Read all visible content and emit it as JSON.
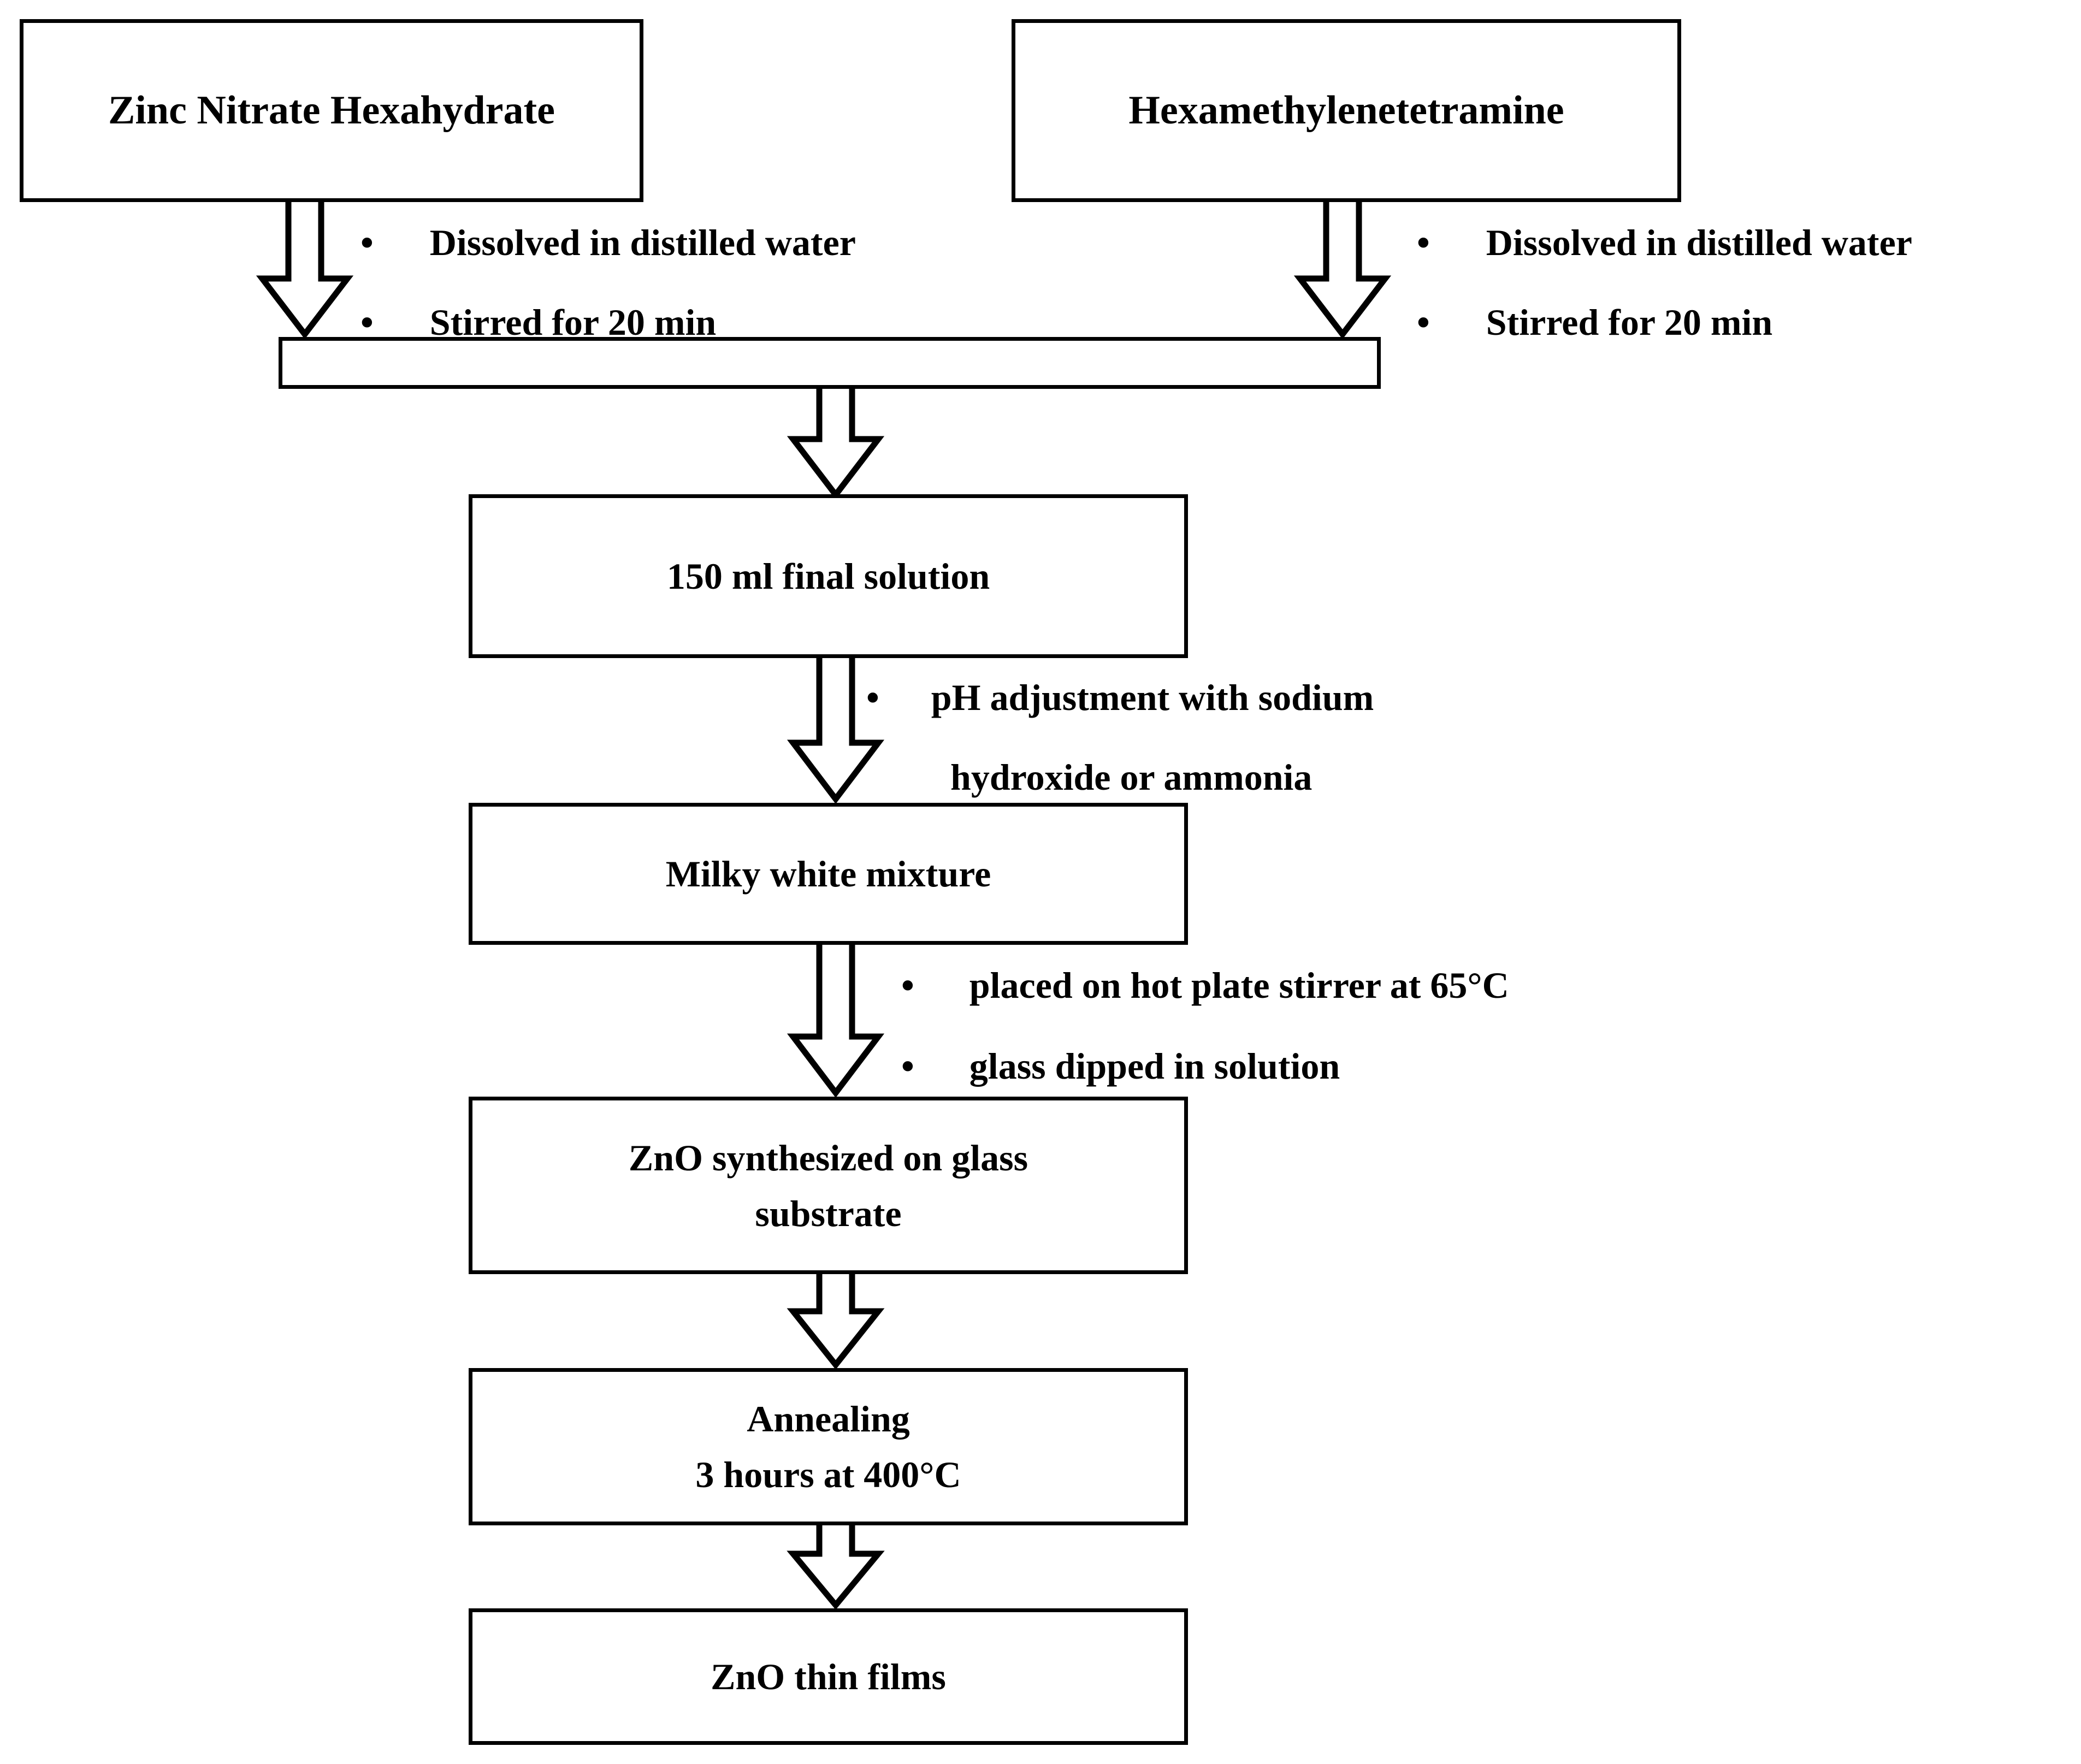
{
  "diagram": {
    "title_implied": "ZnO thin film synthesis flowchart",
    "boxes": {
      "precursor_left": "Zinc Nitrate Hexahydrate",
      "precursor_right": "Hexamethylenetetramine",
      "merge_bar": "",
      "final_solution": "150 ml final solution",
      "milky_mixture": "Milky white mixture",
      "zno_on_glass_line1": "ZnO synthesized on glass",
      "zno_on_glass_line2": "substrate",
      "annealing_line1": "Annealing",
      "annealing_line2": "3 hours at 400°C",
      "zno_thin_films": "ZnO thin films"
    },
    "annotations": {
      "left_group": [
        "Dissolved in distilled water",
        "Stirred for 20 min"
      ],
      "right_group": [
        "Dissolved in distilled water",
        "Stirred for 20 min"
      ],
      "ph_group": [
        "pH adjustment with sodium",
        "hydroxide or ammonia"
      ],
      "hotplate_group": [
        "placed on hot plate stirrer at 65°C",
        "glass dipped in solution"
      ]
    },
    "bullet_glyph": "•",
    "colors": {
      "stroke": "#000000",
      "background": "#ffffff",
      "text": "#000000"
    }
  }
}
